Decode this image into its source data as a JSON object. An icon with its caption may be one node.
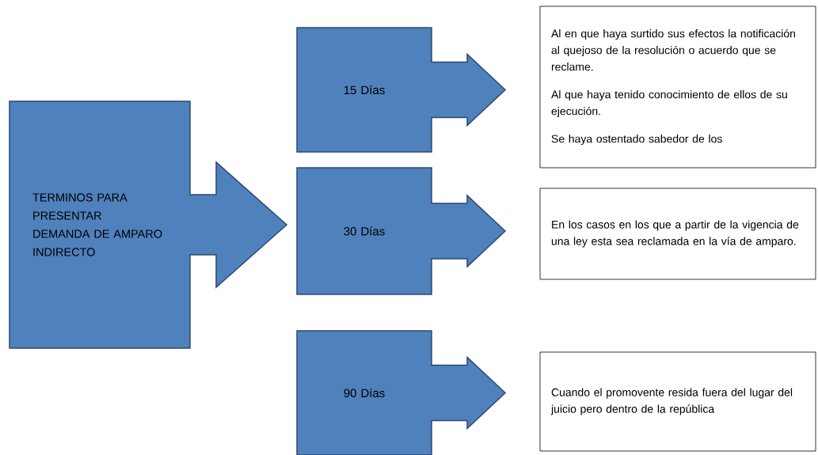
{
  "diagram": {
    "nodes": [
      {
        "text": [
          "TERMINOS PARA PRESENTAR DEMANDA DE AMPARO INDIRECTO"
        ]
      },
      {
        "text": [
          "15 Días"
        ]
      },
      {
        "text": [
          "Al en que haya surtido sus efectos la notificación al quejoso de la resolución o acuerdo que se reclame.",
          "Al que haya tenido conocimiento de ellos de su ejecución.",
          "Se haya ostentado sabedor de los"
        ]
      },
      {
        "text": [
          "30 Días"
        ]
      },
      {
        "text": [
          "En los casos en los que a partir de la vigencia de una ley esta sea reclamada en la vía de amparo."
        ]
      },
      {
        "text": [
          "90 Días"
        ]
      },
      {
        "text": [
          "Cuando el promovente resida fuera del lugar del juicio pero dentro de la república"
        ]
      }
    ],
    "edges": [
      {
        "from": 0,
        "to": 3,
        "arrow": "to"
      },
      {
        "from": 1,
        "to": 2,
        "arrow": "to"
      },
      {
        "from": 3,
        "to": 4,
        "arrow": "to"
      },
      {
        "from": 5,
        "to": 6,
        "arrow": "to"
      }
    ]
  }
}
